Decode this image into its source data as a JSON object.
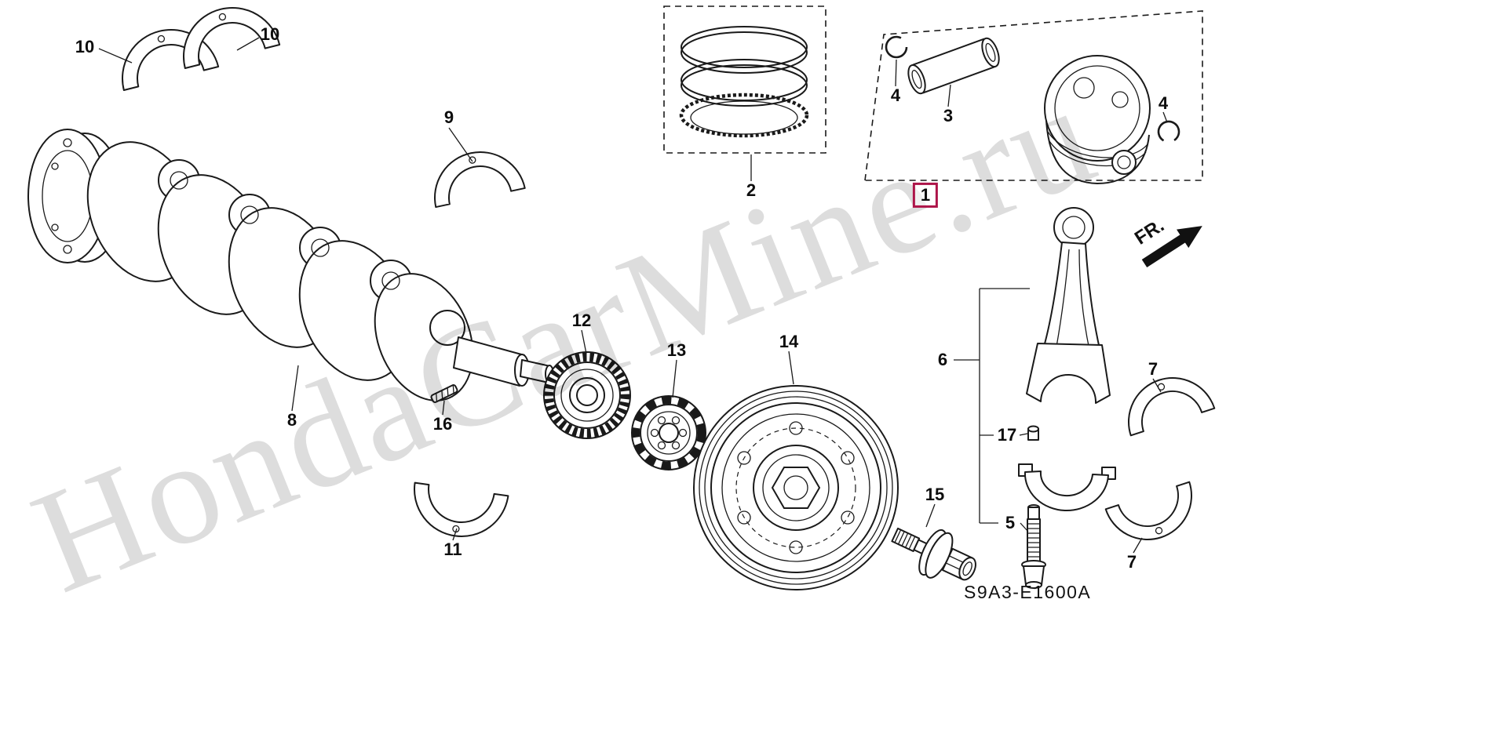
{
  "diagram": {
    "code": "S9A3-E1600A",
    "watermark": "HondaCarMine.ru",
    "fr_label": "FR.",
    "line_color": "#1a1a1a",
    "highlight_color": "#ad1449",
    "background_color": "#ffffff"
  },
  "callouts": [
    {
      "id": "10-left",
      "num": "10"
    },
    {
      "id": "10-right",
      "num": "10"
    },
    {
      "id": "9",
      "num": "9"
    },
    {
      "id": "2",
      "num": "2"
    },
    {
      "id": "4-left",
      "num": "4"
    },
    {
      "id": "3",
      "num": "3"
    },
    {
      "id": "4-right",
      "num": "4"
    },
    {
      "id": "1",
      "num": "1",
      "highlighted": true
    },
    {
      "id": "12",
      "num": "12"
    },
    {
      "id": "13",
      "num": "13"
    },
    {
      "id": "14",
      "num": "14"
    },
    {
      "id": "8",
      "num": "8"
    },
    {
      "id": "16",
      "num": "16"
    },
    {
      "id": "6",
      "num": "6"
    },
    {
      "id": "17",
      "num": "17"
    },
    {
      "id": "11",
      "num": "11"
    },
    {
      "id": "15",
      "num": "15"
    },
    {
      "id": "5",
      "num": "5"
    },
    {
      "id": "7-upper",
      "num": "7"
    },
    {
      "id": "7-lower",
      "num": "7"
    }
  ]
}
